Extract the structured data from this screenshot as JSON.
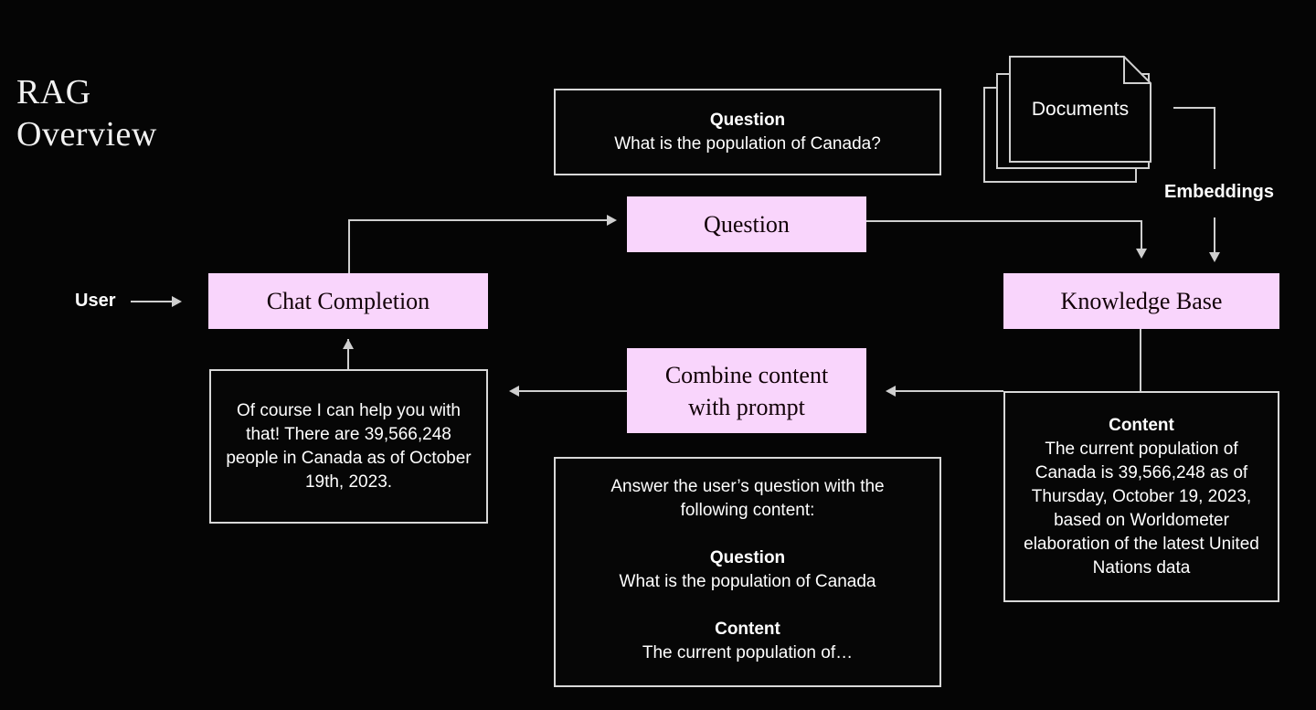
{
  "page": {
    "title_line1": "RAG",
    "title_line2": "Overview",
    "background_color": "#050505",
    "accent_pink": "#f9d5fc",
    "line_color": "#cfcfcf",
    "text_color": "#ffffff"
  },
  "nodes": {
    "question_input": {
      "header": "Question",
      "body": "What is the population of Canada?"
    },
    "documents": {
      "label": "Documents"
    },
    "embeddings": {
      "label": "Embeddings"
    },
    "question_pill": {
      "label": "Question"
    },
    "user": {
      "label": "User"
    },
    "chat_completion": {
      "label": "Chat Completion"
    },
    "knowledge_base": {
      "label": "Knowledge Base"
    },
    "combine": {
      "line1": "Combine content",
      "line2": "with prompt"
    },
    "answer": {
      "body": "Of course I can help you with that! There are 39,566,248 people in Canada as of October 19th, 2023."
    },
    "content_result": {
      "header": "Content",
      "body": "The current population of Canada is 39,566,248 as of Thursday, October 19, 2023, based on Worldometer elaboration of the latest United Nations data"
    },
    "prompt_box": {
      "intro": "Answer the user’s question with the following content:",
      "question_header": "Question",
      "question_body": "What is the population of Canada",
      "content_header": "Content",
      "content_body": "The current population of…"
    }
  }
}
